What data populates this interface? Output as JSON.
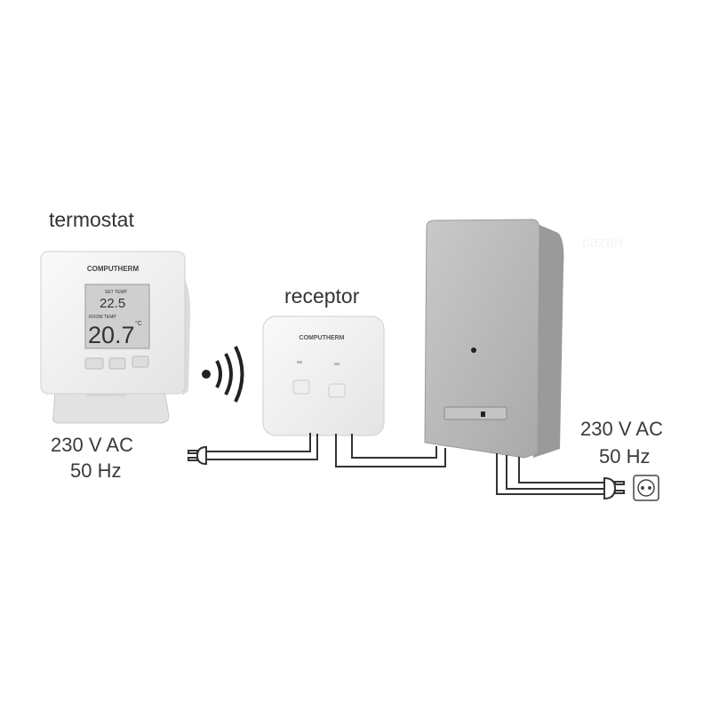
{
  "labels": {
    "thermostat": "termostat",
    "receiver": "receptor",
    "boiler": "cazan",
    "left_power_voltage": "230 V AC",
    "left_power_freq": "50 Hz",
    "right_power_voltage": "230 V AC",
    "right_power_freq": "50 Hz"
  },
  "thermostat": {
    "brand": "COMPUTHERM",
    "set_temp_label": "SET TEMP",
    "set_temp": "22.5",
    "room_temp_label": "ROOM TEMP",
    "room_temp": "20.7",
    "unit": "°C"
  },
  "receiver": {
    "brand": "COMPUTHERM"
  },
  "colors": {
    "text": "#3a3a3a",
    "device_white": "#f2f2f2",
    "boiler_grey": "#b8b8b8",
    "wire": "#333333"
  }
}
